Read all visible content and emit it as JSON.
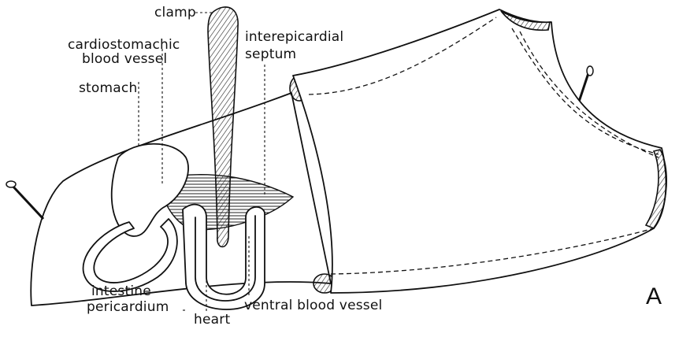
{
  "labels": {
    "clamp": "clamp",
    "cardiostomachic_line1": "cardiostomachic",
    "cardiostomachic_line2": "blood vessel",
    "interepicardial_line1": "interepicardial",
    "interepicardial_line2": "septum",
    "stomach": "stomach",
    "intestine": "intestine",
    "pericardium": "pericardium",
    "heart": "heart",
    "ventral_blood_vessel": "ventral blood vessel"
  },
  "panel_letter": "A"
}
